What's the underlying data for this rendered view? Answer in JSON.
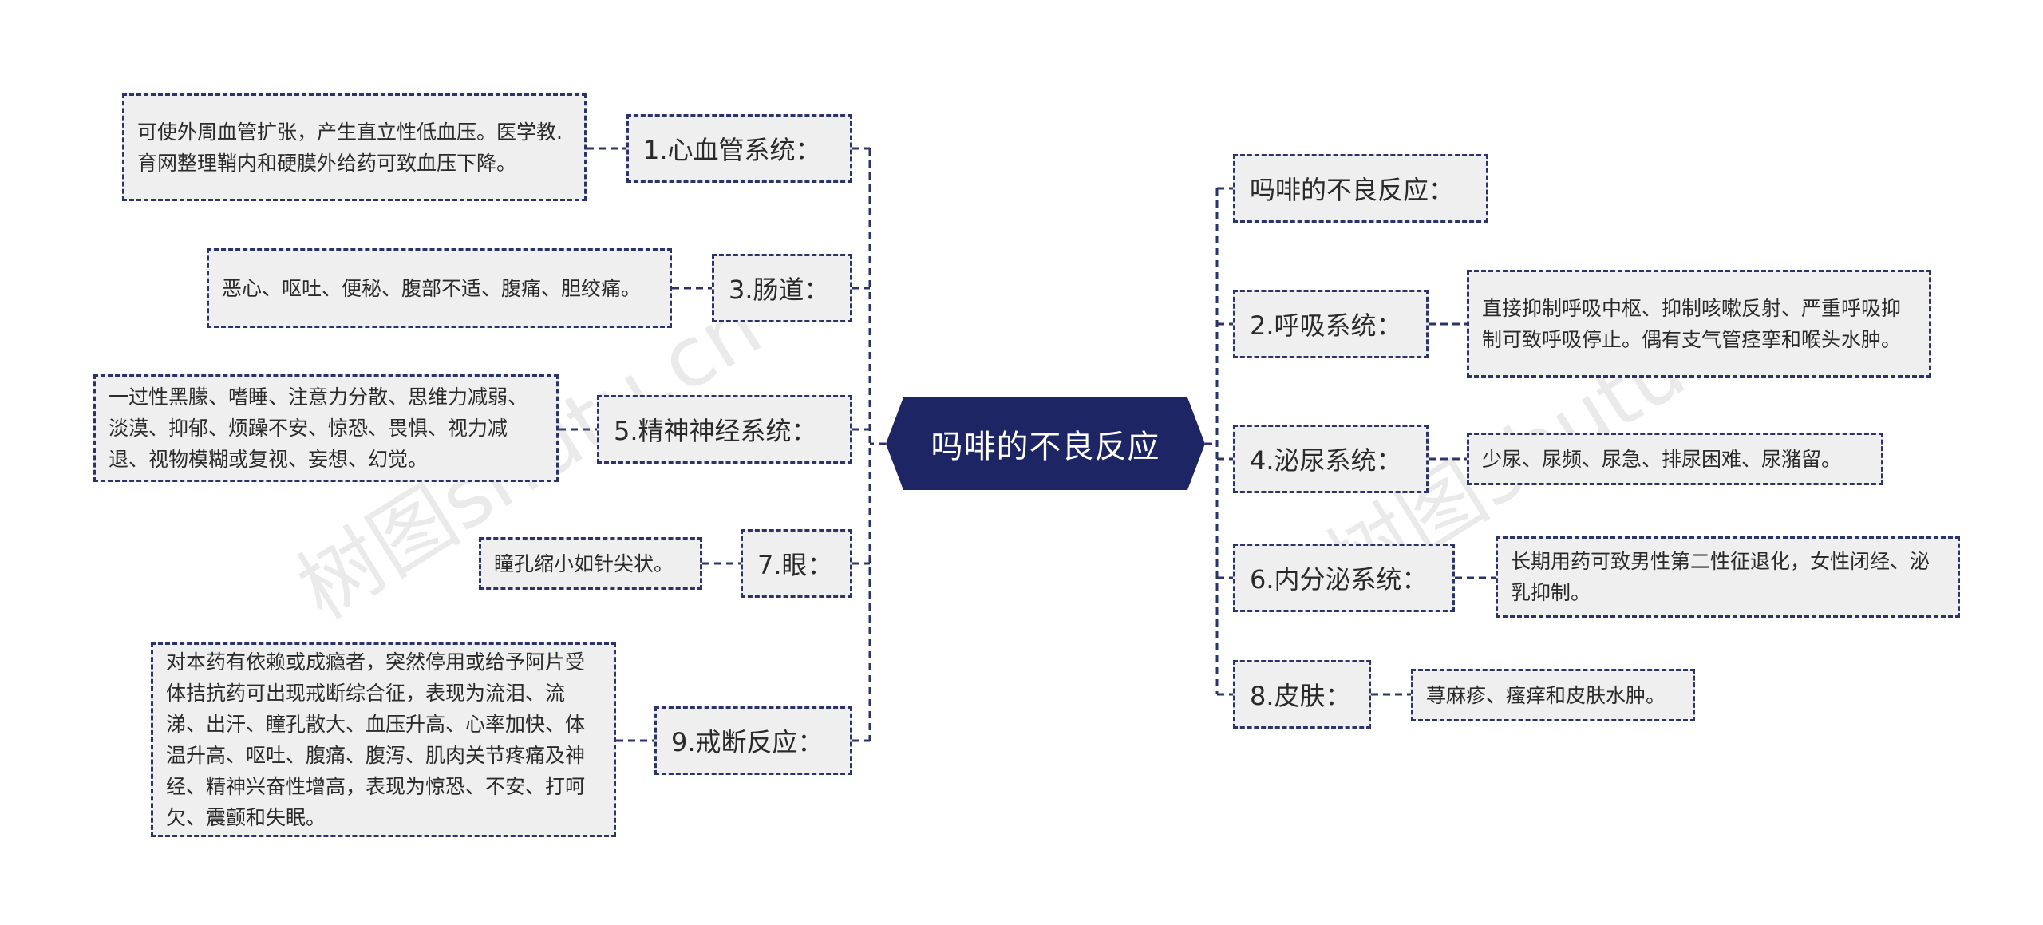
{
  "root": "吗啡的不良反应",
  "watermark": "树图shutu.cn",
  "left": [
    {
      "label": "1.心血管系统：",
      "text": "可使外周血管扩张，产生直立性低血压。医学教.育网整理鞘内和硬膜外给药可致血压下降。"
    },
    {
      "label": "3.肠道：",
      "text": "恶心、呕吐、便秘、腹部不适、腹痛、胆绞痛。"
    },
    {
      "label": "5.精神神经系统：",
      "text": "一过性黑朦、嗜睡、注意力分散、思维力减弱、淡漠、抑郁、烦躁不安、惊恐、畏惧、视力减退、视物模糊或复视、妄想、幻觉。"
    },
    {
      "label": "7.眼：",
      "text": "瞳孔缩小如针尖状。"
    },
    {
      "label": "9.戒断反应：",
      "text": "对本药有依赖或成瘾者，突然停用或给予阿片受体拮抗药可出现戒断综合征，表现为流泪、流涕、出汗、瞳孔散大、血压升高、心率加快、体温升高、呕吐、腹痛、腹泻、肌肉关节疼痛及神经、精神兴奋性增高，表现为惊恐、不安、打呵欠、震颤和失眠。"
    }
  ],
  "right": [
    {
      "label": "吗啡的不良反应：",
      "text": ""
    },
    {
      "label": "2.呼吸系统：",
      "text": "直接抑制呼吸中枢、抑制咳嗽反射、严重呼吸抑制可致呼吸停止。偶有支气管痉挛和喉头水肿。"
    },
    {
      "label": "4.泌尿系统：",
      "text": "少尿、尿频、尿急、排尿困难、尿潴留。"
    },
    {
      "label": "6.内分泌系统：",
      "text": "长期用药可致男性第二性征退化，女性闭经、泌乳抑制。"
    },
    {
      "label": "8.皮肤：",
      "text": "荨麻疹、瘙痒和皮肤水肿。"
    }
  ]
}
